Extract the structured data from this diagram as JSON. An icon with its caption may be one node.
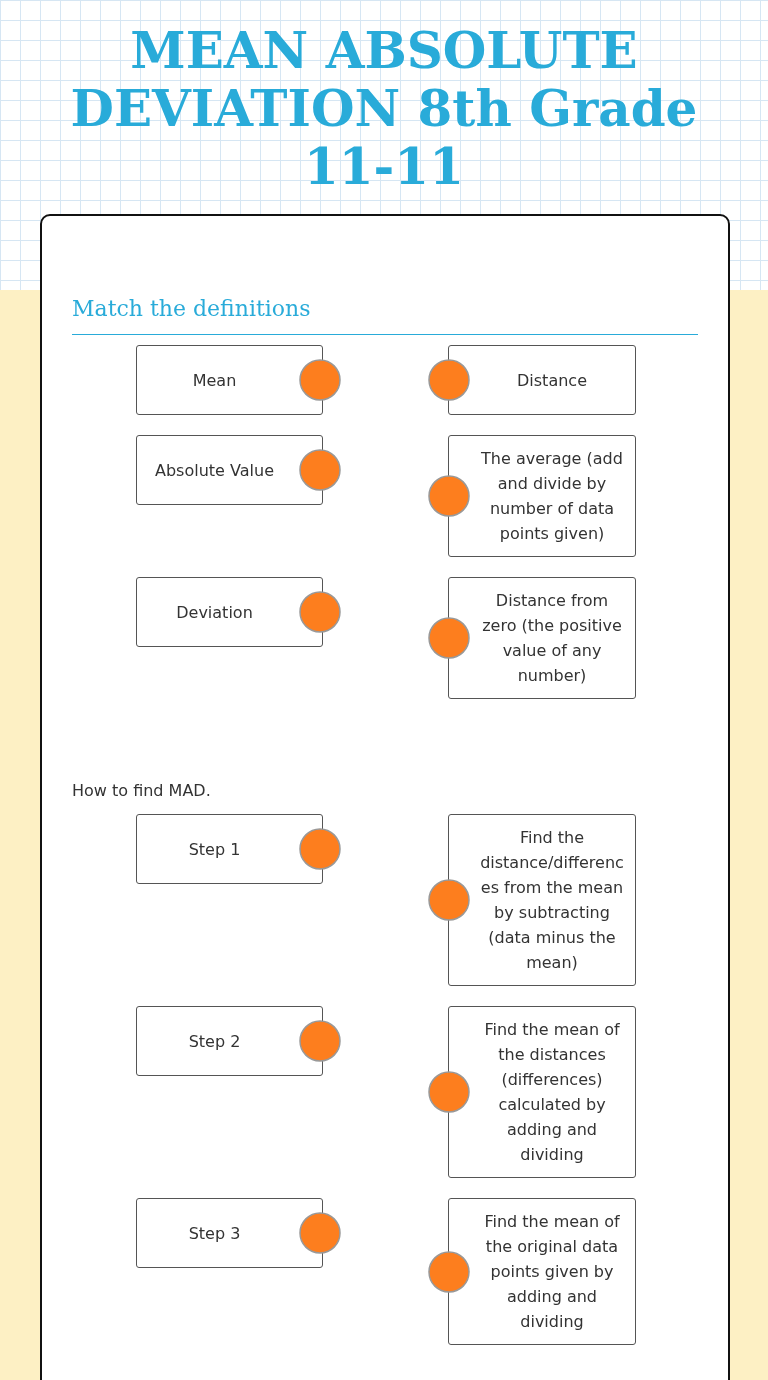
{
  "diagram": {
    "title": "MEAN ABSOLUTE DEVIATION 8th Grade 11-11",
    "nodes": [
      {
        "text": [
          "Mean"
        ]
      },
      {
        "text": [
          "Distance"
        ]
      },
      {
        "text": [
          "Absolute Value"
        ]
      },
      {
        "text": [
          "The average (add and divide by number of data points given)"
        ]
      },
      {
        "text": [
          "Deviation"
        ]
      },
      {
        "text": [
          "Distance from zero (the positive value of any number)"
        ]
      },
      {
        "text": [
          "Step 1"
        ]
      },
      {
        "text": [
          "Find the distance/differences from the mean by subtracting (data minus the mean)"
        ]
      },
      {
        "text": [
          "Step 2"
        ]
      },
      {
        "text": [
          "Find the mean of the distances (differences) calculated by adding and dividing"
        ]
      },
      {
        "text": [
          "Step 3"
        ]
      },
      {
        "text": [
          "Find the mean of the original data points given by adding and dividing"
        ]
      }
    ],
    "edges": [],
    "labels": [
      "Match the definitions",
      "How to find MAD."
    ]
  }
}
